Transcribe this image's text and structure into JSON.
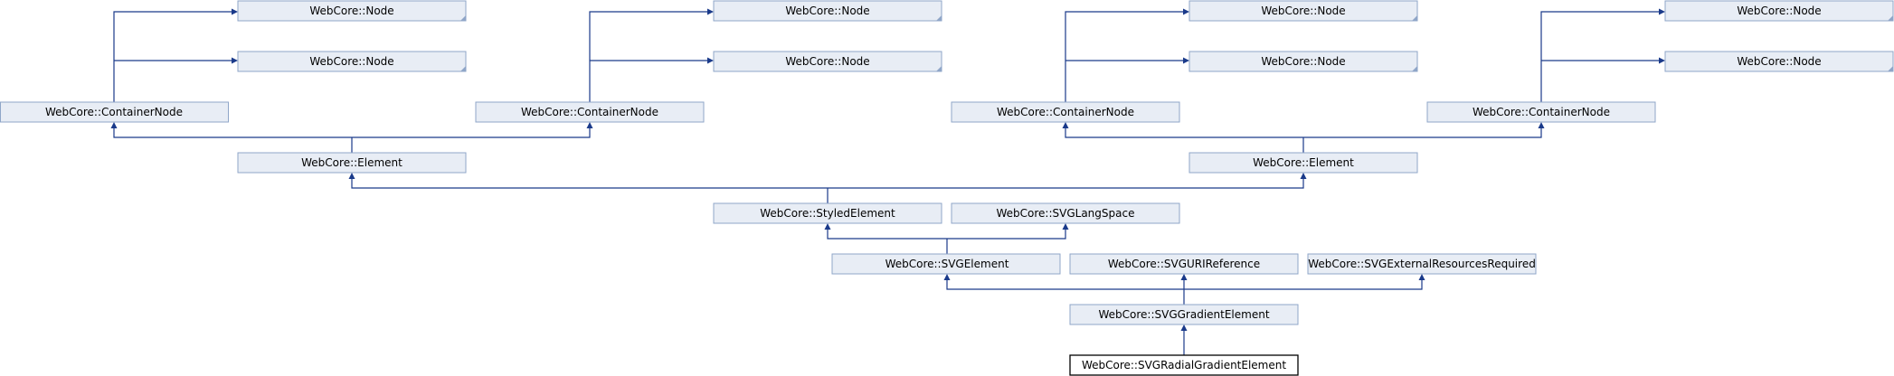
{
  "diagram": {
    "nodes": {
      "n1": "WebCore::Node",
      "n2": "WebCore::Node",
      "n3": "WebCore::Node",
      "n4": "WebCore::Node",
      "n5": "WebCore::Node",
      "n6": "WebCore::Node",
      "n7": "WebCore::Node",
      "n8": "WebCore::Node",
      "c1": "WebCore::ContainerNode",
      "c2": "WebCore::ContainerNode",
      "c3": "WebCore::ContainerNode",
      "c4": "WebCore::ContainerNode",
      "e1": "WebCore::Element",
      "e2": "WebCore::Element",
      "styled": "WebCore::StyledElement",
      "langspace": "WebCore::SVGLangSpace",
      "svgelement": "WebCore::SVGElement",
      "urireference": "WebCore::SVGURIReference",
      "extres": "WebCore::SVGExternalResourcesRequired",
      "gradient": "WebCore::SVGGradientElement",
      "radial": "WebCore::SVGRadialGradientElement"
    }
  }
}
